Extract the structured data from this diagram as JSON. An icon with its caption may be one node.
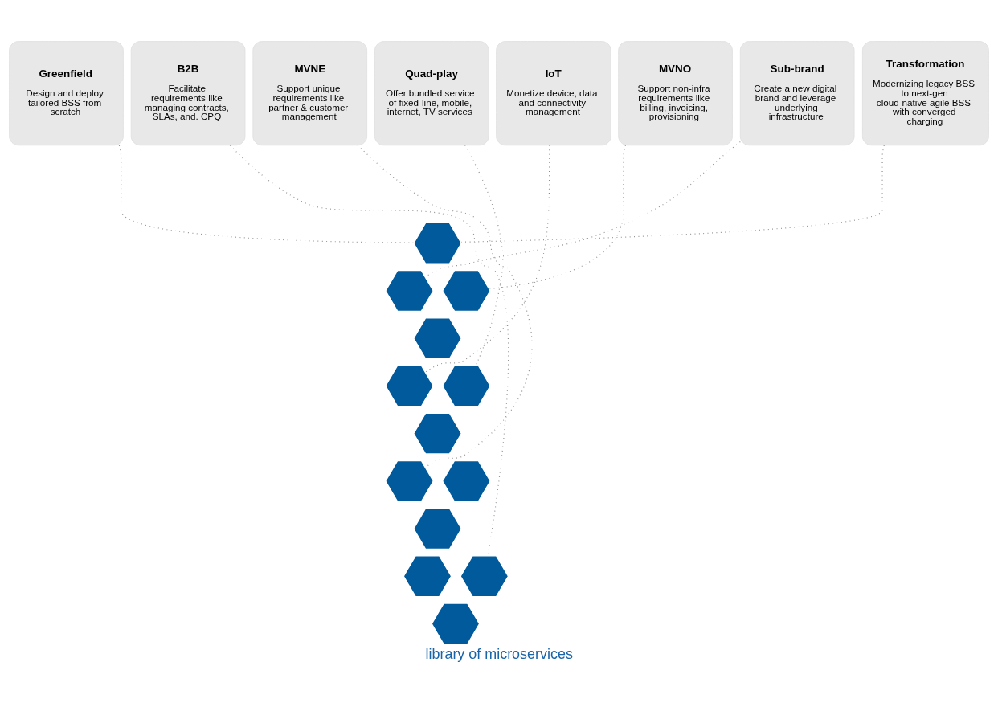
{
  "diagram": {
    "caption": "library of microservices",
    "nodes": [
      {
        "text": [
          "Greenfield",
          "Design and deploy tailored BSS from scratch"
        ]
      },
      {
        "text": [
          "Transformation",
          "Modernizing legacy BSS to next-gen cloud-native agile BSS with converged charging"
        ]
      },
      {
        "text": [
          "Sub-brand",
          "Create a new digital brand and leverage underlying infrastructure"
        ]
      },
      {
        "text": [
          "MVNO",
          "Support non-infra requirements like billing, invoicing, provisioning"
        ]
      },
      {
        "text": [
          "IoT",
          "Monetize device, data and connectivity management"
        ]
      },
      {
        "text": [
          "Quad-play",
          "Offer bundled service of fixed-line, mobile, internet, TV services"
        ]
      },
      {
        "text": [
          "MVNE",
          "Support unique requirements like partner & customer management"
        ]
      },
      {
        "text": [
          "B2B",
          "Facilitate requirements like managing contracts, SLAs, and. CPQ"
        ]
      },
      {
        "text": [],
        "shape": "hexagon"
      },
      {
        "text": [],
        "shape": "hexagon"
      },
      {
        "text": [],
        "shape": "hexagon"
      },
      {
        "text": [],
        "shape": "hexagon"
      },
      {
        "text": [],
        "shape": "hexagon"
      },
      {
        "text": [],
        "shape": "hexagon"
      },
      {
        "text": [],
        "shape": "hexagon"
      },
      {
        "text": [],
        "shape": "hexagon"
      },
      {
        "text": [],
        "shape": "hexagon"
      },
      {
        "text": [],
        "shape": "hexagon"
      },
      {
        "text": [],
        "shape": "hexagon"
      },
      {
        "text": [],
        "shape": "hexagon"
      },
      {
        "text": [],
        "shape": "hexagon"
      }
    ],
    "edges": [
      {
        "from": 0,
        "to": 8,
        "arrow": "none"
      },
      {
        "from": 1,
        "to": 8,
        "arrow": "none"
      },
      {
        "from": 2,
        "to": 9,
        "arrow": "none"
      },
      {
        "from": 3,
        "to": 10,
        "arrow": "none"
      },
      {
        "from": 4,
        "to": 12,
        "arrow": "none"
      },
      {
        "from": 5,
        "to": 13,
        "arrow": "none"
      },
      {
        "from": 6,
        "to": 15,
        "arrow": "none"
      },
      {
        "from": 7,
        "to": 19,
        "arrow": "none"
      }
    ]
  }
}
